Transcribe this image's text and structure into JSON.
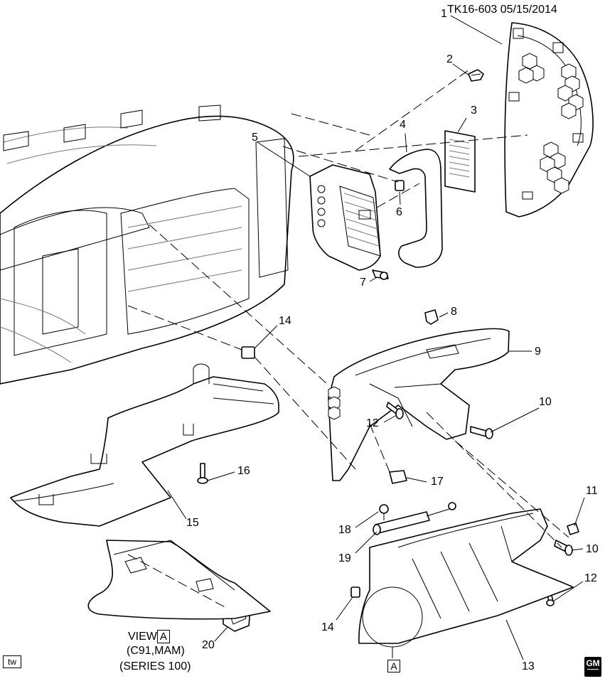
{
  "drawing_id": "TK16-603",
  "drawing_date": "05/15/2014",
  "callouts": [
    "1",
    "2",
    "3",
    "4",
    "5",
    "6",
    "7",
    "8",
    "9",
    "10",
    "10",
    "11",
    "12",
    "12",
    "13",
    "14",
    "14",
    "15",
    "16",
    "17",
    "18",
    "19",
    "20"
  ],
  "view": {
    "prefix": "VIEW",
    "letter": "A",
    "options": "(C91,MAM)",
    "series": "(SERIES 100)"
  },
  "detail_marker": "A",
  "corner_badge": "tw",
  "logo": {
    "top": "GM"
  }
}
